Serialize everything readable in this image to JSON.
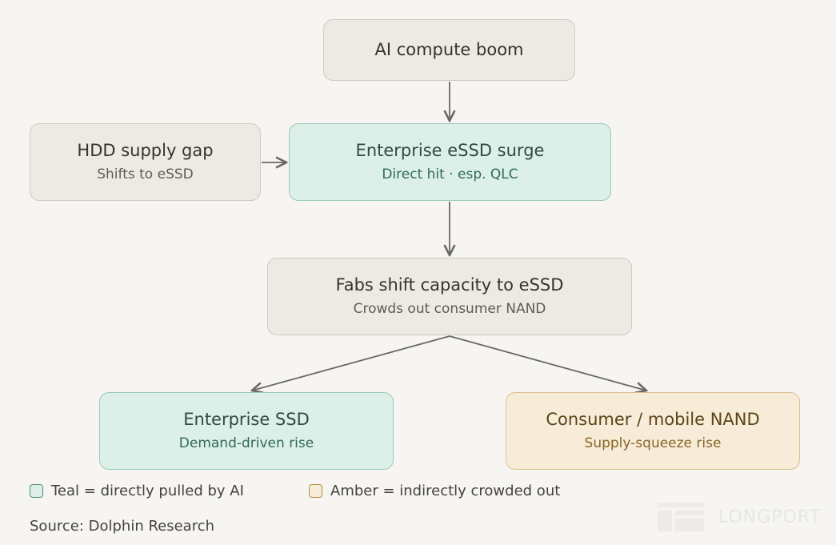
{
  "nodes": {
    "ai": {
      "title": "AI compute boom",
      "sub": ""
    },
    "hdd": {
      "title": "HDD supply gap",
      "sub": "Shifts to eSSD"
    },
    "essd": {
      "title": "Enterprise eSSD surge",
      "sub": "Direct hit · esp. QLC"
    },
    "fabs": {
      "title": "Fabs shift capacity to eSSD",
      "sub": "Crowds out consumer NAND"
    },
    "enterprise": {
      "title": "Enterprise SSD",
      "sub": "Demand-driven rise"
    },
    "consumer": {
      "title": "Consumer / mobile NAND",
      "sub": "Supply-squeeze rise"
    }
  },
  "edges": [
    {
      "from": "ai",
      "to": "essd"
    },
    {
      "from": "hdd",
      "to": "essd"
    },
    {
      "from": "essd",
      "to": "fabs"
    },
    {
      "from": "fabs",
      "to": "enterprise"
    },
    {
      "from": "fabs",
      "to": "consumer"
    }
  ],
  "legend": {
    "teal": "Teal = directly pulled by AI",
    "amber": "Amber = indirectly crowded out"
  },
  "source": "Source: Dolphin Research",
  "watermark": "LONGPORT",
  "colors": {
    "neutral_fill": "#edeae4",
    "teal_fill": "#dcf0e9",
    "amber_fill": "#f7ecd8",
    "edge": "#6b6964"
  }
}
